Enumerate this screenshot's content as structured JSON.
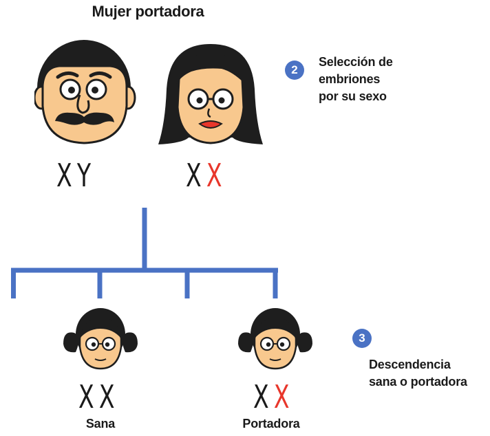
{
  "title": "Mujer portadora",
  "step2": {
    "number": "2",
    "lines": [
      "Selección de",
      "embriones",
      "por su sexo"
    ]
  },
  "step3": {
    "number": "3",
    "lines": [
      "Descendencia",
      "sana o portadora"
    ]
  },
  "parents": {
    "father": {
      "chromosomes": [
        "X",
        "Y"
      ]
    },
    "mother": {
      "chromosomes": [
        "X",
        "X"
      ]
    }
  },
  "offspring": [
    {
      "chromosomes": [
        "X",
        "X"
      ],
      "label": "Sana"
    },
    {
      "chromosomes": [
        "X",
        "X"
      ],
      "label": "Portadora"
    }
  ],
  "colors": {
    "tree": "#4a72c4",
    "badge": "#4a72c4",
    "affected_x": "#e8362b",
    "skin": "#f8c88e",
    "hair": "#1e1e1e"
  }
}
